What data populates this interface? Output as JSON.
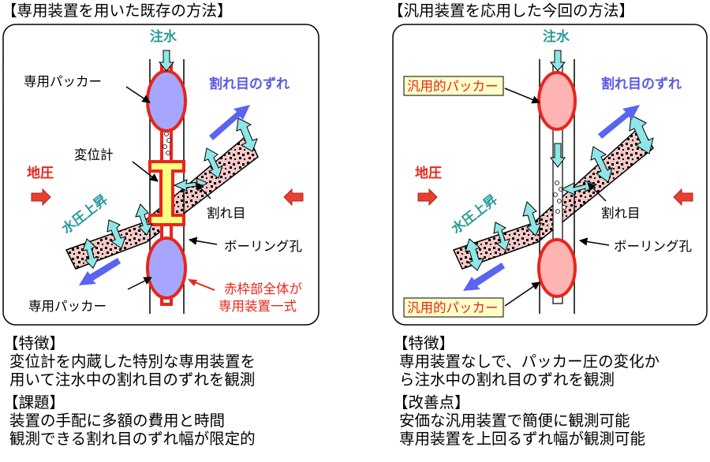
{
  "left_panel": {
    "heading": "【専用装置を用いた既存の方法】",
    "water_injection": "注水",
    "packer_top": "専用パッカー",
    "packer_bottom": "専用パッカー",
    "fracture_slip": "割れ目のずれ",
    "displacement_meter": "変位計",
    "earth_pressure": "地圧",
    "water_pressure_rise": "水圧上昇",
    "fracture": "割れ目",
    "borehole": "ボーリング孔",
    "red_frame_note": [
      "赤枠部全体が",
      "専用装置一式"
    ]
  },
  "right_panel": {
    "heading": "【汎用装置を応用した今回の方法】",
    "water_injection": "注水",
    "packer_top": "汎用的パッカー",
    "packer_bottom": "汎用的パッカー",
    "fracture_slip": "割れ目のずれ",
    "earth_pressure": "地圧",
    "water_pressure_rise": "水圧上昇",
    "fracture": "割れ目",
    "borehole": "ボーリング孔"
  },
  "left_text": {
    "feature_title": "【特徴】",
    "feature_lines": [
      "変位計を内蔵した特別な専用装置を",
      "用いて注水中の割れ目のずれを観測"
    ],
    "issue_title": "【課題】",
    "issue_lines": [
      "装置の手配に多額の費用と時間",
      "観測できる割れ目のずれ幅が限定的"
    ]
  },
  "right_text": {
    "feature_title": "【特徴】",
    "feature_lines": [
      "専用装置なしで、パッカー圧の変化か",
      "ら注水中の割れ目のずれを観測"
    ],
    "improve_title": "【改善点】",
    "improve_lines": [
      "安価な汎用装置で簡便に観測可能",
      "専用装置を上回るずれ幅が観測可能"
    ]
  },
  "colors": {
    "red": "#e8261c",
    "blue_arrow": "#5a64f0",
    "blue_text": "#5a5ae6",
    "cyan_arrow": "#8fe6e6",
    "packer_blue": "#a6a6ff",
    "packer_pink": "#ffb3b3",
    "meter_yellow": "#ffff80",
    "label_box": "#ffffc8",
    "pressure_red": "#e84030",
    "fracture_pink": "#f5c8c8"
  }
}
